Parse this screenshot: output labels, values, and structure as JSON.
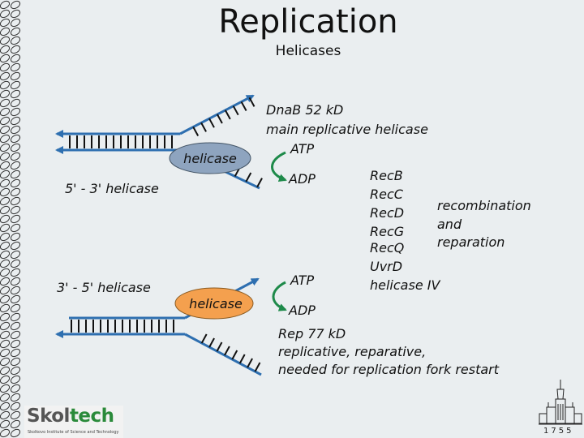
{
  "title": "Replication",
  "subtitle": "Helicases",
  "top": {
    "enzyme_label": "helicase",
    "direction": "5' - 3' helicase",
    "protein_name": "DnaB  52 kD",
    "protein_role": "main replicative helicase",
    "atp": "ATP",
    "adp": "ADP"
  },
  "rec_list": [
    "RecB",
    "RecC",
    "RecD",
    "RecG",
    "RecQ",
    "UvrD",
    "helicase IV"
  ],
  "rec_function": [
    "recombination",
    "and",
    "reparation"
  ],
  "bottom": {
    "enzyme_label": "helicase",
    "direction": "3' - 5' helicase",
    "protein_name": "Rep  77 kD",
    "protein_role_1": "replicative, reparative,",
    "protein_role_2": "needed for replication fork restart",
    "atp": "ATP",
    "adp": "ADP"
  },
  "logo": {
    "word_a": "Skol",
    "word_b": "tech",
    "tagline": "Skolkovo Institute of Science and Technology"
  },
  "year": "1755",
  "colors": {
    "strand": "#2e6fb0",
    "rung": "#111111",
    "helicase_top": "#8ea4bf",
    "helicase_bottom": "#f4a04e",
    "cycle_arrow": "#1e8a4a"
  }
}
